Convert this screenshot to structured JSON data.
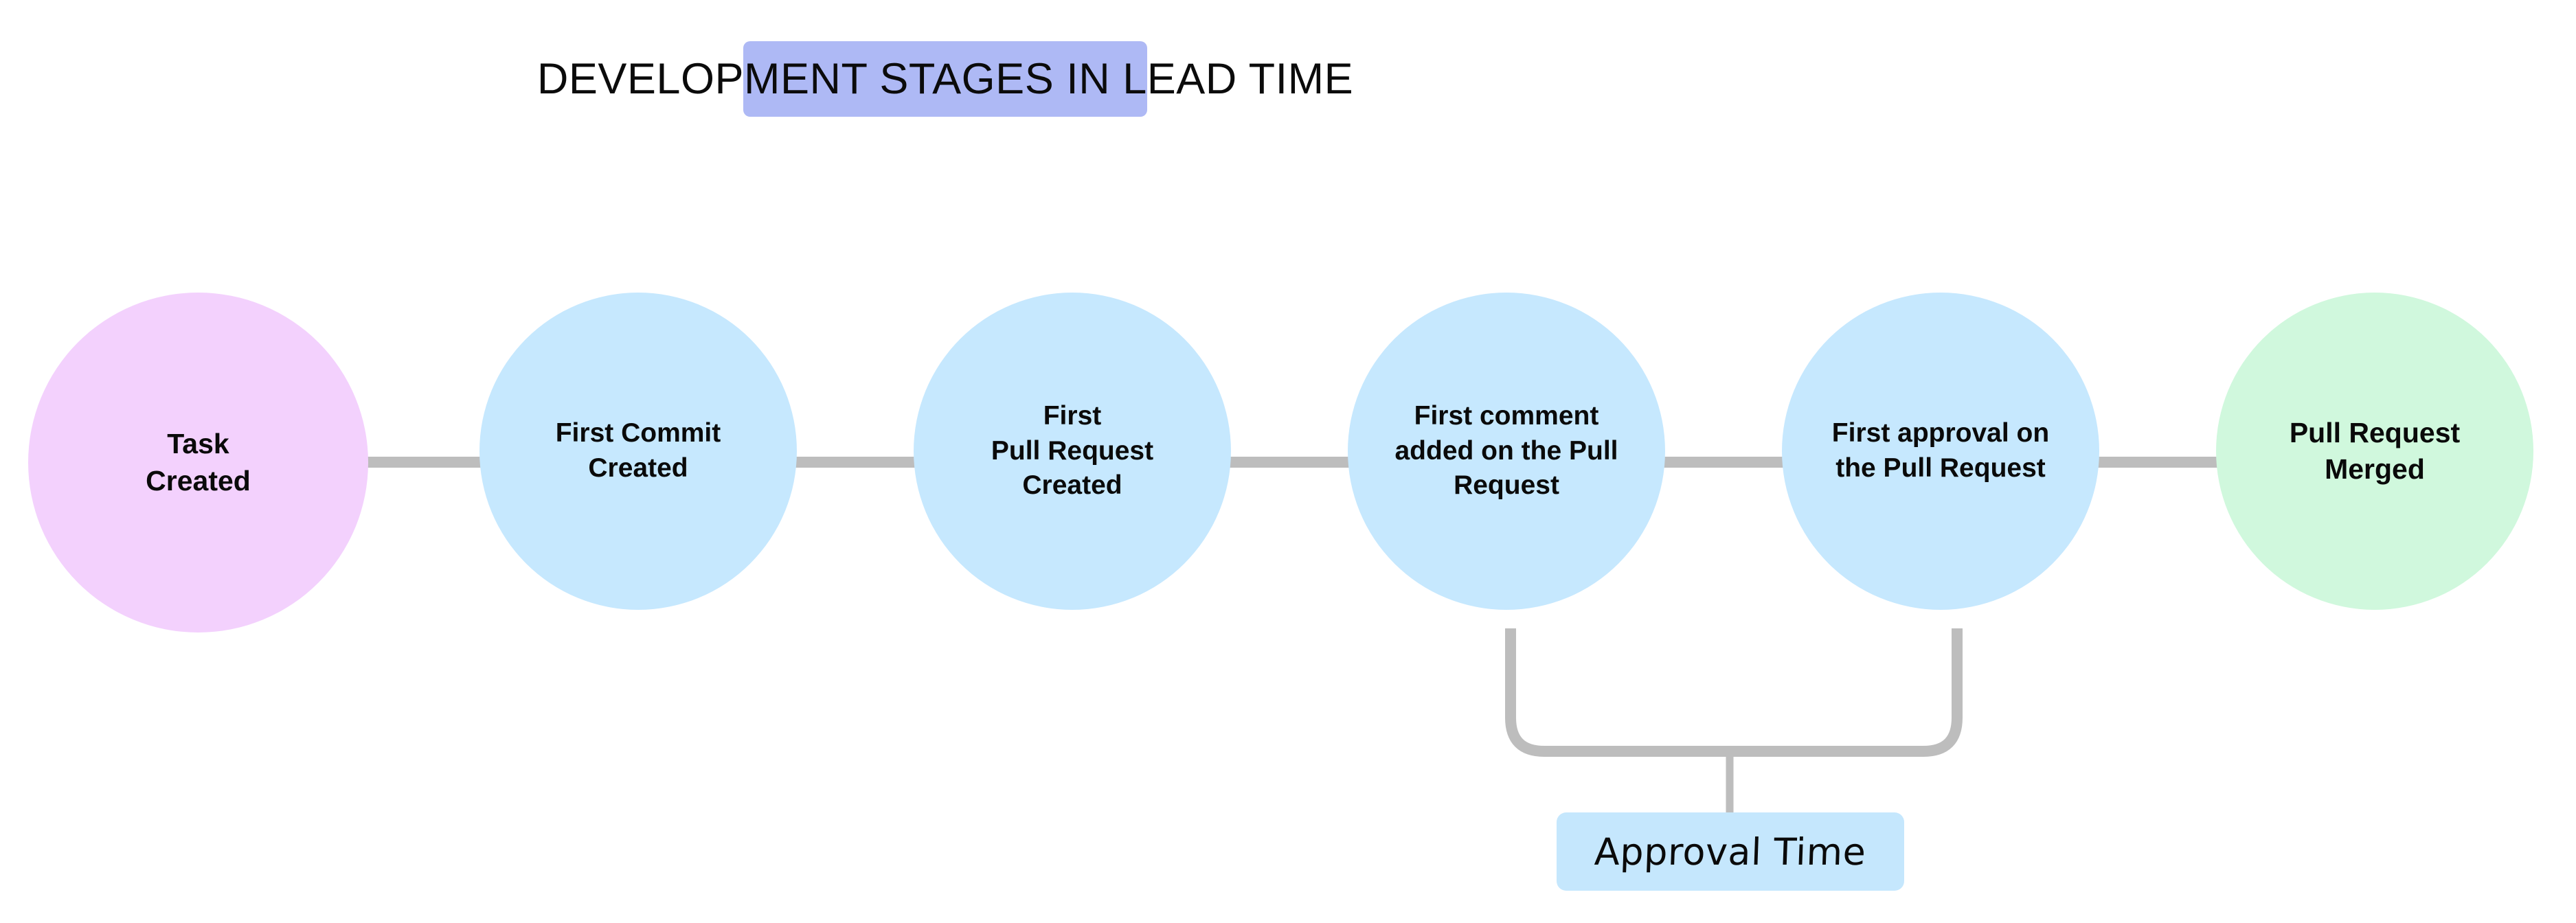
{
  "diagram": {
    "title": "DEVELOPMENT STAGES IN LEAD TIME",
    "title_bg_color": "#AEB9F5",
    "background_color": "#FFFFFF",
    "connector_color": "#BDBDBD",
    "stages": [
      {
        "id": "task-created",
        "label": "Task\nCreated",
        "fill_color": "#F3D1FD",
        "text_size": "large"
      },
      {
        "id": "first-commit-created",
        "label": "First Commit\nCreated",
        "fill_color": "#C6E8FE",
        "text_size": "medium"
      },
      {
        "id": "first-pull-request-created",
        "label": "First\nPull Request\nCreated",
        "fill_color": "#C6E8FE",
        "text_size": "medium"
      },
      {
        "id": "first-comment-on-pull-request",
        "label": "First comment\nadded on the Pull\nRequest",
        "fill_color": "#C6E8FE",
        "text_size": "medium"
      },
      {
        "id": "first-approval-on-pull-request",
        "label": "First approval on\nthe Pull Request",
        "fill_color": "#C6E8FE",
        "text_size": "medium"
      },
      {
        "id": "pull-request-merged",
        "label": "Pull Request\nMerged",
        "fill_color": "#D0F8DD",
        "text_size": "large"
      }
    ],
    "annotations": [
      {
        "id": "approval-time",
        "label": "Approval Time",
        "badge_color": "#C5E7FD",
        "spans_from": "first-comment-on-pull-request",
        "spans_to": "first-approval-on-pull-request"
      }
    ]
  }
}
